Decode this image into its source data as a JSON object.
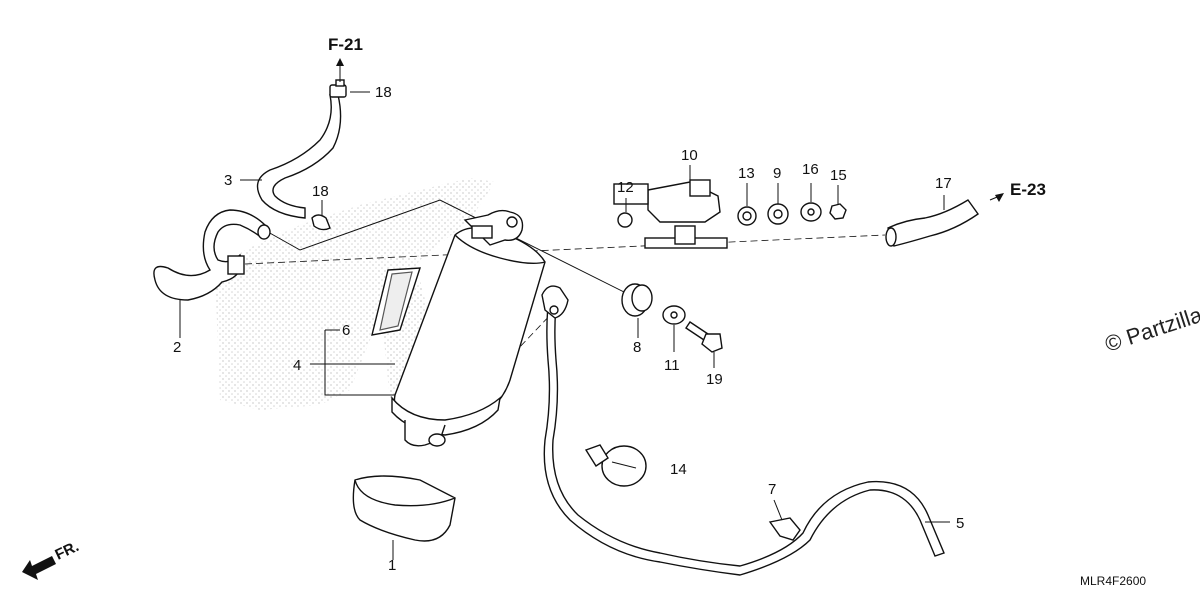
{
  "diagram": {
    "code": "MLR4F2600",
    "watermark": "© Partzilla",
    "front_indicator": "FR."
  },
  "references": [
    {
      "id": "F-21",
      "label": "F-21"
    },
    {
      "id": "E-23",
      "label": "E-23"
    }
  ],
  "parts": [
    {
      "num": "1"
    },
    {
      "num": "2"
    },
    {
      "num": "3"
    },
    {
      "num": "4"
    },
    {
      "num": "5"
    },
    {
      "num": "6"
    },
    {
      "num": "7"
    },
    {
      "num": "8"
    },
    {
      "num": "9"
    },
    {
      "num": "10"
    },
    {
      "num": "11"
    },
    {
      "num": "12"
    },
    {
      "num": "13"
    },
    {
      "num": "14"
    },
    {
      "num": "15"
    },
    {
      "num": "16"
    },
    {
      "num": "17"
    },
    {
      "num": "18"
    },
    {
      "num": "18"
    },
    {
      "num": "19"
    }
  ]
}
